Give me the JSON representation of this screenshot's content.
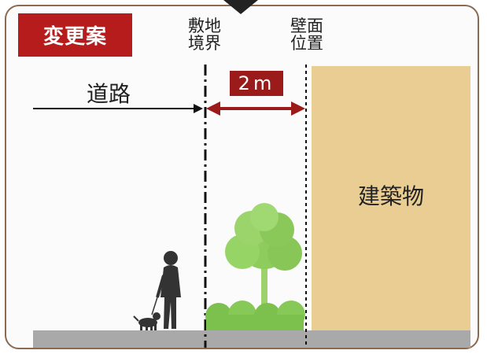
{
  "badge": {
    "label": "変更案"
  },
  "markers": {
    "boundary_label": "敷地\n境界",
    "wall_label": "壁面\n位置"
  },
  "road": {
    "label": "道路"
  },
  "setback": {
    "label": "2m"
  },
  "building": {
    "label": "建築物"
  },
  "colors": {
    "badge": "#b71c1c",
    "arrow": "#9b1b1b",
    "building": "#e9cd93",
    "ground": "#a9a9a9",
    "frame": "#8a6a50",
    "foliage": "#8fcc5e"
  },
  "icons": [
    "person-walking-icon",
    "dog-icon",
    "tree-icon",
    "shrub-icon"
  ]
}
